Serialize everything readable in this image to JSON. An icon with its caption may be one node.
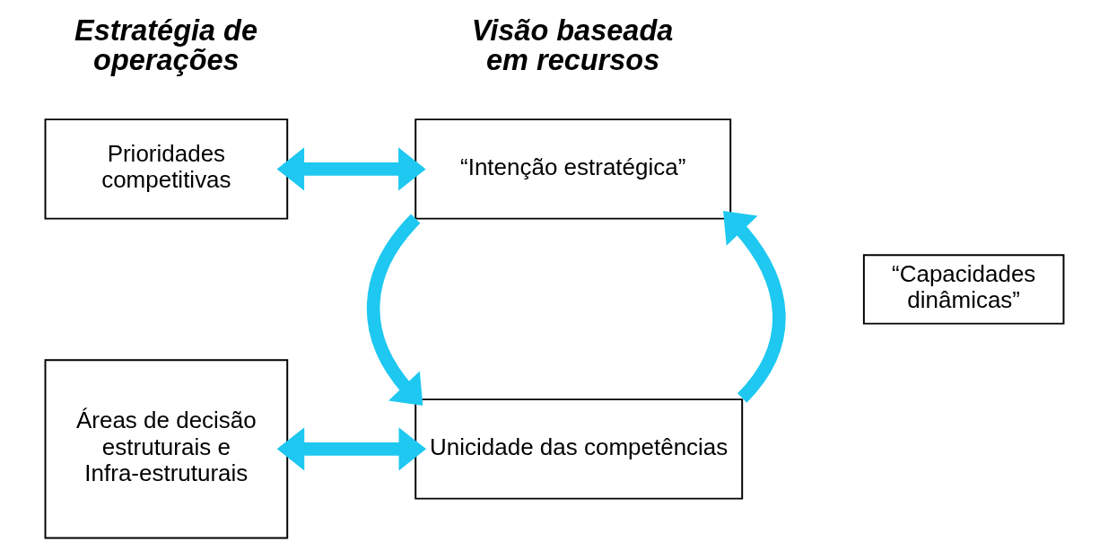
{
  "diagram": {
    "nodes": [
      {
        "text": [
          "Prioridades competitivas"
        ]
      },
      {
        "text": [
          "“Intenção estratégica”"
        ]
      },
      {
        "text": [
          "Áreas de decisão estruturais e Infra-estruturais"
        ]
      },
      {
        "text": [
          "“Capacidades dinâmicas”"
        ]
      },
      {
        "text": [
          "Unicidade das competências"
        ]
      }
    ],
    "edges": [
      {
        "from": 0,
        "to": 1,
        "arrow": "both"
      },
      {
        "from": 1,
        "to": 4,
        "arrow": "to"
      },
      {
        "from": 4,
        "to": 1,
        "arrow": "to"
      },
      {
        "from": 2,
        "to": 4,
        "arrow": "both"
      }
    ],
    "labels": [
      "Estratégia de operações",
      "Visão baseada em recursos"
    ]
  }
}
